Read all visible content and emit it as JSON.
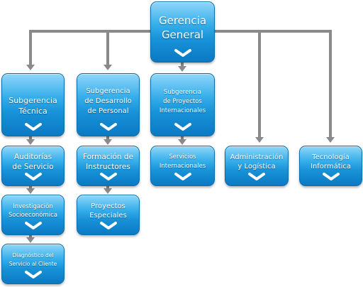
{
  "colors": {
    "node_fill_top": "#8fd6fa",
    "node_fill_bottom": "#0a79c2",
    "node_border": "#0b6eab",
    "node_text": "#ffffff",
    "connector": "#8a8a8a"
  },
  "chevron_icon": "chevron-down-icon",
  "nodes": {
    "gerencia_general": [
      "Gerencia",
      "General"
    ],
    "subgerencia_tecnica": [
      "Subgerencia",
      "Técnica"
    ],
    "subgerencia_desarrollo": [
      "Subgerencia",
      "de Desarrollo",
      "de Personal"
    ],
    "subgerencia_proyectos": [
      "Subgerencia",
      "de Proyectos",
      "Internacionales"
    ],
    "administracion": [
      "Administración",
      "y Logística"
    ],
    "tecnologia": [
      "Tecnología",
      "Informática"
    ],
    "auditorias": [
      "Auditorías",
      "de Servicio"
    ],
    "formacion": [
      "Formación de",
      "Instructores"
    ],
    "servicios_internacionales": [
      "Servicios",
      "Internacionales"
    ],
    "investigacion": [
      "Investigación",
      "Socioeconómica"
    ],
    "proyectos_especiales": [
      "Proyectos",
      "Especiales"
    ],
    "diagnostico": [
      "Diagnóstico del",
      "Servicio al Cliente"
    ]
  }
}
